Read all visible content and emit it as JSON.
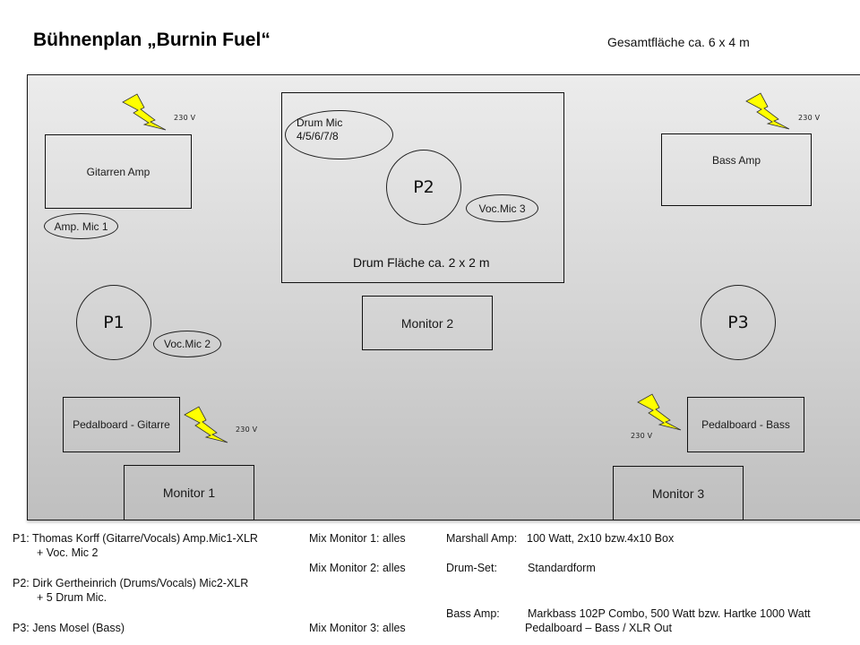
{
  "header": {
    "title": "Bühnenplan „Burnin Fuel“",
    "total_area": "Gesamtfläche  ca. 6 x 4 m"
  },
  "stage": {
    "guitar_amp": "Gitarren  Amp",
    "amp_mic_1": "Amp. Mic 1",
    "bass_amp": "Bass Amp",
    "drum_area": {
      "drum_mic_line1": "Drum Mic",
      "drum_mic_line2": "4/5/6/7/8",
      "position": "P2",
      "voc_mic": "Voc.Mic 3",
      "area_label": "Drum Fläche ca. 2 x 2 m"
    },
    "positions": {
      "p1": "P1",
      "p3": "P3"
    },
    "voc_mic_2": "Voc.Mic 2",
    "monitors": {
      "m1": "Monitor  1",
      "m2": "Monitor  2",
      "m3": "Monitor  3"
    },
    "pedalboard_guitar": "Pedalboard  - Gitarre",
    "pedalboard_bass": "Pedalboard  - Bass",
    "power": {
      "label": "230 V",
      "icon": "lightning-bolt-icon",
      "color": "#ffff00"
    }
  },
  "notes": {
    "musicians": [
      {
        "line1": "P1: Thomas Korff (Gitarre/Vocals) Amp.Mic1-XLR",
        "line2": "+ Voc. Mic 2"
      },
      {
        "line1": "P2: Dirk Gertheinrich (Drums/Vocals) Mic2-XLR",
        "line2": "+ 5 Drum Mic."
      },
      {
        "line1": "P3: Jens Mosel (Bass)"
      }
    ],
    "mixes": [
      "Mix  Monitor 1: alles",
      "Mix  Monitor 2: alles",
      "Mix  Monitor 3: alles"
    ],
    "equipment": [
      {
        "label": "Marshall Amp:",
        "value": "100 Watt, 2x10  bzw.4x10  Box"
      },
      {
        "label": "Drum-Set:",
        "value": "Standardform"
      },
      {
        "label": "Bass Amp:",
        "value": "Markbass 102P Combo, 500 Watt bzw. Hartke 1000 Watt",
        "value2": "Pedalboard – Bass / XLR  Out"
      }
    ]
  }
}
